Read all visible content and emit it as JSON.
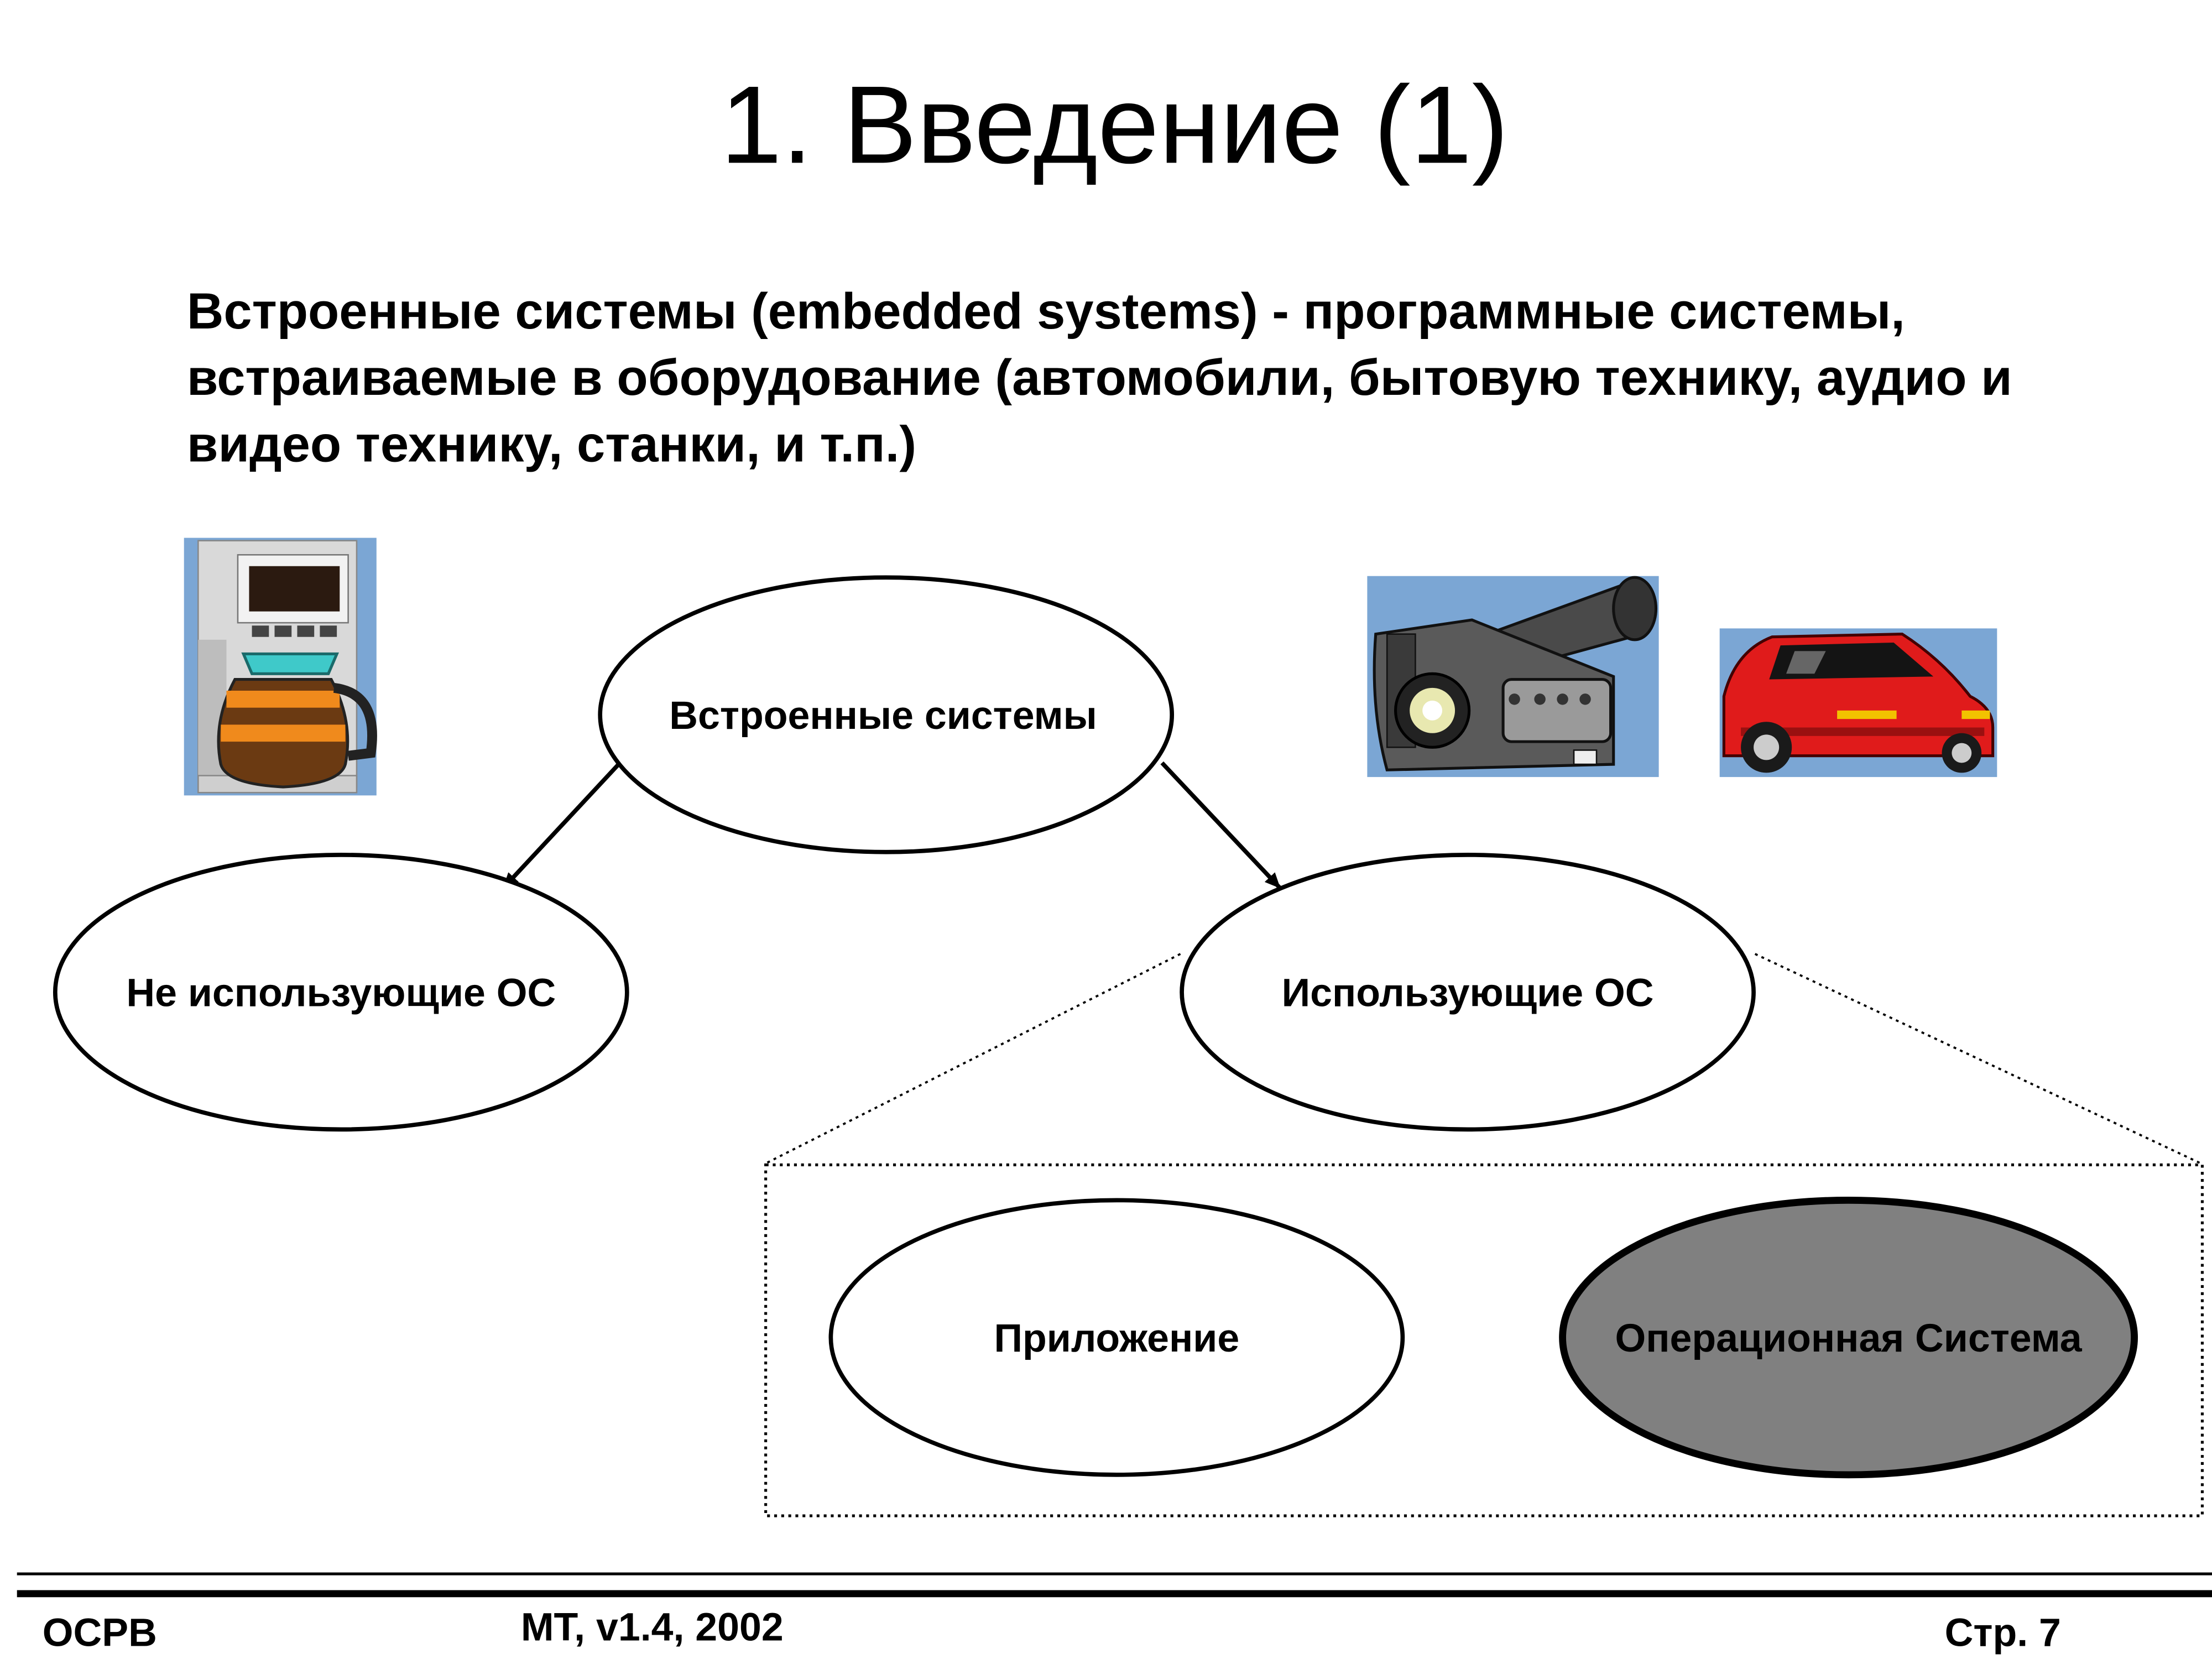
{
  "slide": {
    "title": "1. Введение (1)",
    "intro_text": "Встроенные системы (embedded systems) - программные системы, встраиваемые в оборудование (автомобили, бытовую технику, аудио и видео технику, станки, и т.п.)"
  },
  "diagram": {
    "nodes": {
      "embedded": "Встроенные системы",
      "no_os": "Не использующие ОС",
      "with_os": "Использующие ОС",
      "application": "Приложение",
      "os": "Операционная Система"
    },
    "os_node_fill": "#808080"
  },
  "illustrations": [
    "coffee-maker-icon",
    "video-camera-icon",
    "sports-car-icon"
  ],
  "footer": {
    "left": "ОСРВ",
    "center": "МТ, v1.4, 2002",
    "right": "Стр. 7"
  }
}
